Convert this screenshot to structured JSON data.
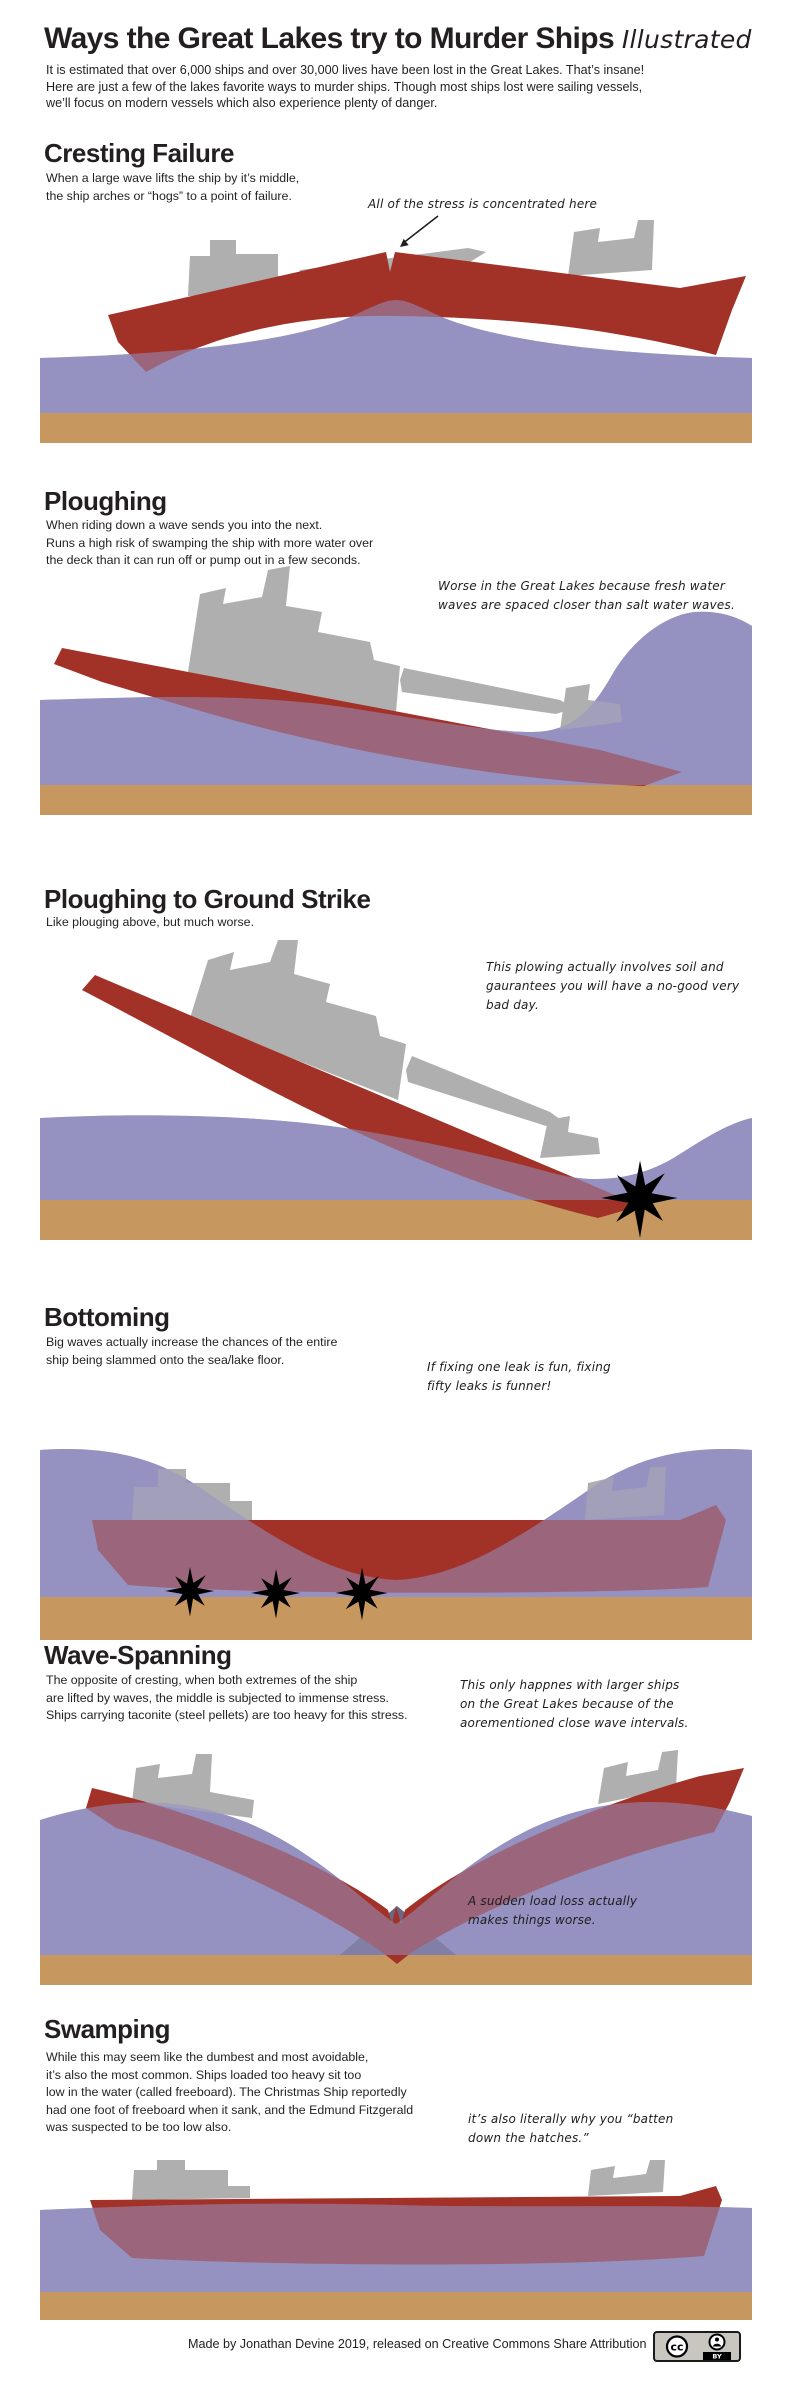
{
  "title": "Ways the Great Lakes try to Murder Ships",
  "title_suffix": "Illustrated",
  "intro": "It is estimated that over 6,000 ships and over 30,000 lives have been lost in the Great Lakes. That’s insane!\nHere are just a few of the lakes favorite ways to murder ships. Though most ships lost were sailing vessels,\nwe’ll focus on modern vessels which also experience plenty of danger.",
  "colors": {
    "hull": "#A23128",
    "water": "#9591C1",
    "floor": "#C6985F",
    "gray": "#AFAFAF",
    "spill": "#6B6885",
    "ink": "#231F20",
    "badgebg": "#C9C6C0"
  },
  "sections": [
    {
      "heading": "Cresting Failure",
      "description": "When a large wave lifts the ship by it’s middle,\nthe ship arches or “hogs” to a point of failure.",
      "annotation": "All of the stress is concentrated here"
    },
    {
      "heading": "Ploughing",
      "description": "When riding down a wave sends you into the next.\nRuns a high risk of swamping the ship with more water over\nthe deck than it can run off or pump out in a few seconds.",
      "annotation": "Worse in the Great Lakes because fresh water\nwaves are spaced closer than salt water waves."
    },
    {
      "heading": "Ploughing to Ground Strike",
      "description": "Like plouging above, but much worse.",
      "annotation": "This plowing actually involves soil and\ngaurantees you will have a no-good very\nbad day."
    },
    {
      "heading": "Bottoming",
      "description": "Big waves actually increase the chances of the entire\nship being slammed onto the sea/lake floor.",
      "annotation": "If fixing one leak is fun, fixing\nfifty leaks is funner!"
    },
    {
      "heading": "Wave-Spanning",
      "description": "The opposite of cresting, when both extremes of the ship\nare lifted by waves, the middle is subjected to immense stress.\nShips carrying taconite (steel pellets) are too heavy for this stress.",
      "annotation": "This only happnes with larger ships\non the Great Lakes because of the\naorementioned close wave intervals.",
      "annotation2": "A sudden load loss actually\nmakes things worse."
    },
    {
      "heading": "Swamping",
      "description": "While this may seem like the dumbest and most avoidable,\nit’s also the most common. Ships loaded too heavy sit too\nlow in the water (called freeboard). The Christmas Ship reportedly\nhad one foot of freeboard when it sank, and the Edmund Fitzgerald\nwas suspected to be too low also.",
      "annotation": "it’s also literally why you “batten\ndown the hatches.”"
    }
  ],
  "footer": {
    "credit": "Made by Jonathan Devine 2019, released on Creative Commons Share Attribution",
    "license_badge": "CC BY",
    "cc_label": "cc",
    "by_label": "BY"
  }
}
